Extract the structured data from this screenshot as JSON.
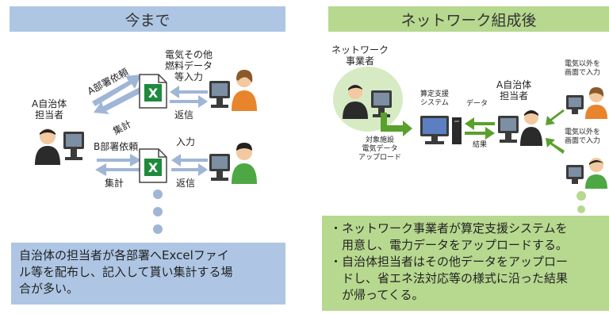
{
  "left": {
    "header": "今まで",
    "official_label": [
      "A自治体",
      "担当者"
    ],
    "dept_a_request": "A部署依頼",
    "tally_a": "集計",
    "dept_b_request": "B部署依頼",
    "tally_b": "集計",
    "input_top": [
      "電気その他",
      "燃料データ",
      "等入力"
    ],
    "reply_top": "返信",
    "input_bottom": "入力",
    "reply_bottom": "返信",
    "summary": [
      "自治体の担当者が各部署へExcelファイ",
      "ル等を配布し、記入して貰い集計する場",
      "合が多い。"
    ]
  },
  "right": {
    "header": "ネットワーク組成後",
    "operator_label": [
      "ネットワーク",
      "事業者"
    ],
    "system_label": [
      "算定支援",
      "システム"
    ],
    "data_label": "データ",
    "result_label": "結果",
    "official_label": [
      "A自治体",
      "担当者"
    ],
    "upload_label": [
      "対象施設",
      "電気データ",
      "アップロード"
    ],
    "other_input_1": [
      "電気以外を",
      "画面で入力"
    ],
    "other_input_2": [
      "電気以外を",
      "画面で入力"
    ],
    "summary": [
      "・ネットワーク事業者が算定支援システムを",
      "　用意し、電力データをアップロードする。",
      "・自治体担当者はその他データをアップロー",
      "　ドし、省エネ法対応等の様式に沿った結果",
      "　が帰ってくる。"
    ]
  },
  "colors": {
    "left_header": "#aec6e4",
    "right_header": "#b7d88f",
    "arrow_blue": "#9fb6d6",
    "arrow_green": "#5aa02c",
    "excel_green": "#1e8a3c",
    "dot": "#9fb6d6"
  }
}
